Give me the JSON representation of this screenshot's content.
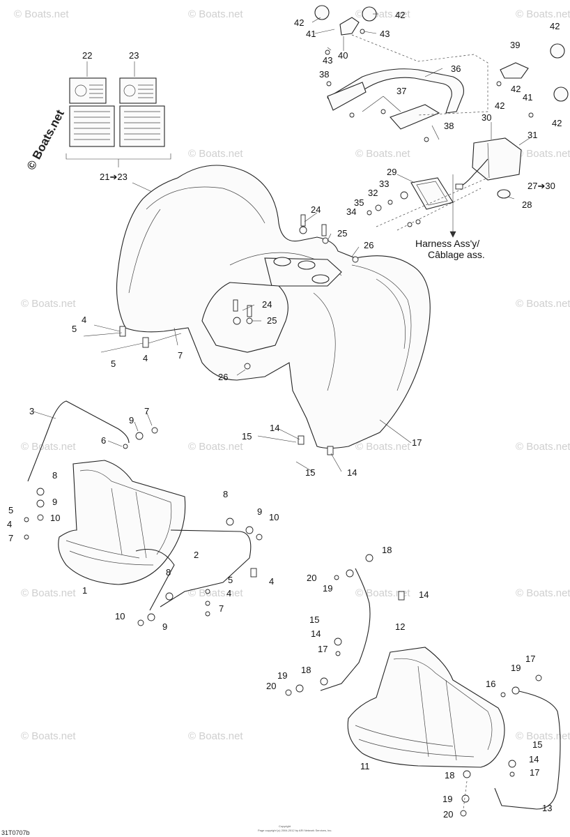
{
  "watermark": "© Boats.net",
  "harness_label": [
    "Harness Ass'y/",
    "Câblage ass."
  ],
  "drawing_number": "31T0707b",
  "copyright_line1": "Copyright",
  "copyright_line2": "Page copyright (c) 2004-2012 by ARI Network Services, Inc.",
  "decals": [
    "22",
    "23"
  ],
  "callouts": {
    "c42a": "42",
    "c42b": "42",
    "c41a": "41",
    "c43a": "43",
    "c43b": "43",
    "c40": "40",
    "c42c": "42",
    "c39": "39",
    "c42d": "42",
    "c41b": "41",
    "c42e": "42",
    "c42f": "42",
    "c22": "22",
    "c23": "23",
    "c38a": "38",
    "c36": "36",
    "c37": "37",
    "c38b": "38",
    "c21_23": "21➔23",
    "c30": "30",
    "c31": "31",
    "c29": "29",
    "c33": "33",
    "c32": "32",
    "c35": "35",
    "c34": "34",
    "c27_30": "27➔30",
    "c28": "28",
    "c24a": "24",
    "c25a": "25",
    "c26a": "26",
    "c24b": "24",
    "c25b": "25",
    "c4a": "4",
    "c5a": "5",
    "c7a": "7",
    "c4b": "4",
    "c5b": "5",
    "c26b": "26",
    "c3": "3",
    "c7b": "7",
    "c9a": "9",
    "c6": "6",
    "c14a": "14",
    "c15a": "15",
    "c17a": "17",
    "c14b": "14",
    "c15b": "15",
    "c8a": "8",
    "c5c": "5",
    "c9b": "9",
    "c4c": "4",
    "c10a": "10",
    "c7c": "7",
    "c8b": "8",
    "c9c": "9",
    "c10b": "10",
    "c2": "2",
    "c4d": "4",
    "c1": "1",
    "c8c": "8",
    "c5d": "5",
    "c4e": "4",
    "c7d": "7",
    "c10c": "10",
    "c9d": "9",
    "c18a": "18",
    "c20a": "20",
    "c19a": "19",
    "c14c": "14",
    "c12": "12",
    "c15c": "15",
    "c14d": "14",
    "c17b": "17",
    "c18b": "18",
    "c19b": "19",
    "c20b": "20",
    "c17c": "17",
    "c19c": "19",
    "c16": "16",
    "c11": "11",
    "c15d": "15",
    "c14e": "14",
    "c17d": "17",
    "c18c": "18",
    "c19d": "19",
    "c20c": "20",
    "c13": "13"
  }
}
